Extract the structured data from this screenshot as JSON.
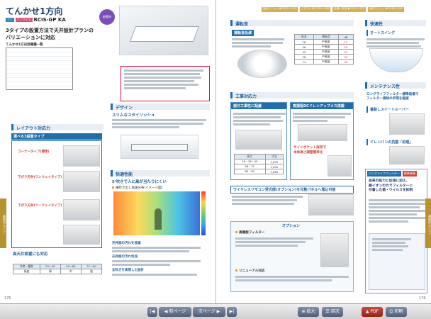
{
  "left_page": {
    "title": "てんかせ1方向",
    "model_badge_1": "ナノ",
    "model_badge_2": "ナノサイズ",
    "model": "RCIS-GP KA",
    "tagline_1": "3タイプの設置方法で天井設計プランの",
    "tagline_2": "バリエーションに対応",
    "badge": "新素材",
    "lineup_label": "てんかせ1方向型機種一覧",
    "layout_section": "レイアウト対応力",
    "choose3": "選べる3設置タイプ",
    "corner_type": "コーナータイプ(標準)",
    "down_type": "下がり天井(ワンウェイタイプ)",
    "down_type2": "下がり天井(ツーウェイタイプ)",
    "high_ceiling": "高天井設置にも対応",
    "design_section": "デザイン",
    "slim": "スリムなスタイリッシュ",
    "comfort_section": "快適性能",
    "wind_spread": "5'吹きで人に風が当たりにくい",
    "wind_sim": "横吹き出し風速分布",
    "wind_sim_unit": "(イメージ図)",
    "feature_1": "天井面の汚れを低減",
    "feature_2": "天井面の汚れ気流",
    "feature_3": "全吹きを実現した設計",
    "side_tab": "業務用エアコン",
    "page_num": "175",
    "speed_table": {
      "headers": [
        "冷房・暖房",
        "20〜30",
        "40〜63",
        "71〜80"
      ],
      "row": [
        "風速",
        "弱",
        "中",
        "強"
      ]
    }
  },
  "right_page": {
    "header_items": [
      "室外ユニット ▼ P.231〜161",
      "リモコン ▼ P.253〜258",
      "仕様・外形 ▼ P.291〜276",
      "室内ユニット ▼ P.280〜295"
    ],
    "operation_section": "運転音",
    "low_noise": "運転音低減",
    "work_section": "工事対応力",
    "new_install": "据付工事性に配慮",
    "dc_pump": "高揚程DCドレンアップメカ搭載",
    "side_pocket_1": "サイドポケット採用で",
    "side_pocket_2": "本体高さ調整簡単化",
    "wireless_title": "ワイヤレスリモコン受光部(オプション)を化粧パネルへ埋込可能",
    "comfort_section": "快適性",
    "auto_swing": "オートスイング",
    "maint_section": "メンテナンス性",
    "long_life_1": "ロングライフフィルター標準装備で",
    "long_life_2": "フィルター掃除の手間を軽減",
    "louver": "着脱しスイートルーバー",
    "drain": "ドレンパンの抗菌「処理」",
    "long_life_badge": "ロングライフフィルター",
    "long_life_std": "標準装備",
    "long_life_desc_1": "従来の吸力と加湿に加え、",
    "long_life_desc_2": "銀イオンの力でフィルターに",
    "long_life_desc_3": "付着した菌・ウイルスを抑制",
    "option_label": "オプション",
    "filter_kit": "高機能フィルター",
    "renewal": "リニューアル対応",
    "page_num": "176",
    "side_tab": "業務用エアコン",
    "noise_table": {
      "headers": [
        "形名",
        "運転音",
        "dB"
      ],
      "rows": [
        [
          "28",
          "中風量",
          "27"
        ],
        [
          "36",
          "中風量",
          "29"
        ],
        [
          "45",
          "中風量",
          "31"
        ],
        [
          "56",
          "中風量",
          "33"
        ],
        [
          "71",
          "中風量",
          "35"
        ]
      ]
    },
    "height_table": {
      "headers": [
        "高さ",
        "寸法"
      ],
      "rows": [
        [
          "28・36・45",
          "1,000"
        ],
        [
          "56・71",
          "1,000"
        ],
        [
          "80・90",
          "1,060"
        ]
      ]
    }
  },
  "toolbar": {
    "prev_page": "前ページ",
    "next_page": "次ページ",
    "zoom": "拡大",
    "index": "目次",
    "pdf": "PDF",
    "print": "印刷"
  }
}
